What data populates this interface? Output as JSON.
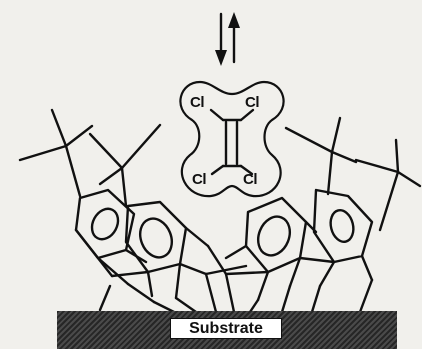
{
  "labels": {
    "cl_top_left": "Cl",
    "cl_top_right": "Cl",
    "cl_bottom_left": "Cl",
    "cl_bottom_right": "Cl",
    "substrate": "Substrate"
  },
  "colors": {
    "ink": "#111111",
    "background": "#f1f0ec",
    "substrate": "#333333",
    "substrate_label_bg": "#ffffff"
  }
}
